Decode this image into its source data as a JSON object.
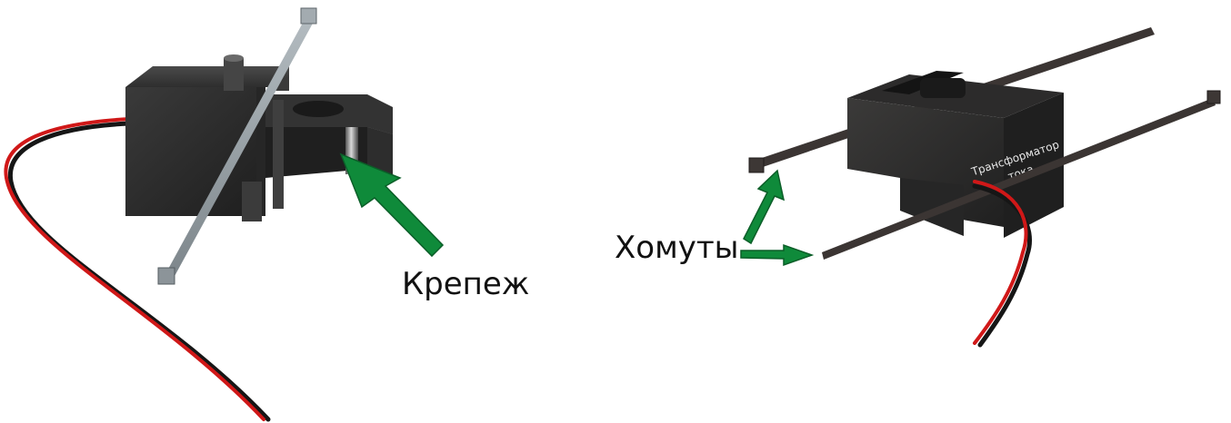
{
  "left_figure": {
    "label": "Крепеж"
  },
  "right_figure": {
    "label": "Хомуты",
    "device_text_line1": "Трансформатор",
    "device_text_line2": "тока"
  },
  "colors": {
    "arrow": "#0f8a3a",
    "arrow_outline": "#0b5e28",
    "body": "#2a2a2a",
    "wire_red": "#d01818",
    "wire_black": "#161616",
    "tie_light": "#8f989d",
    "tie_dark": "#3b3533"
  }
}
